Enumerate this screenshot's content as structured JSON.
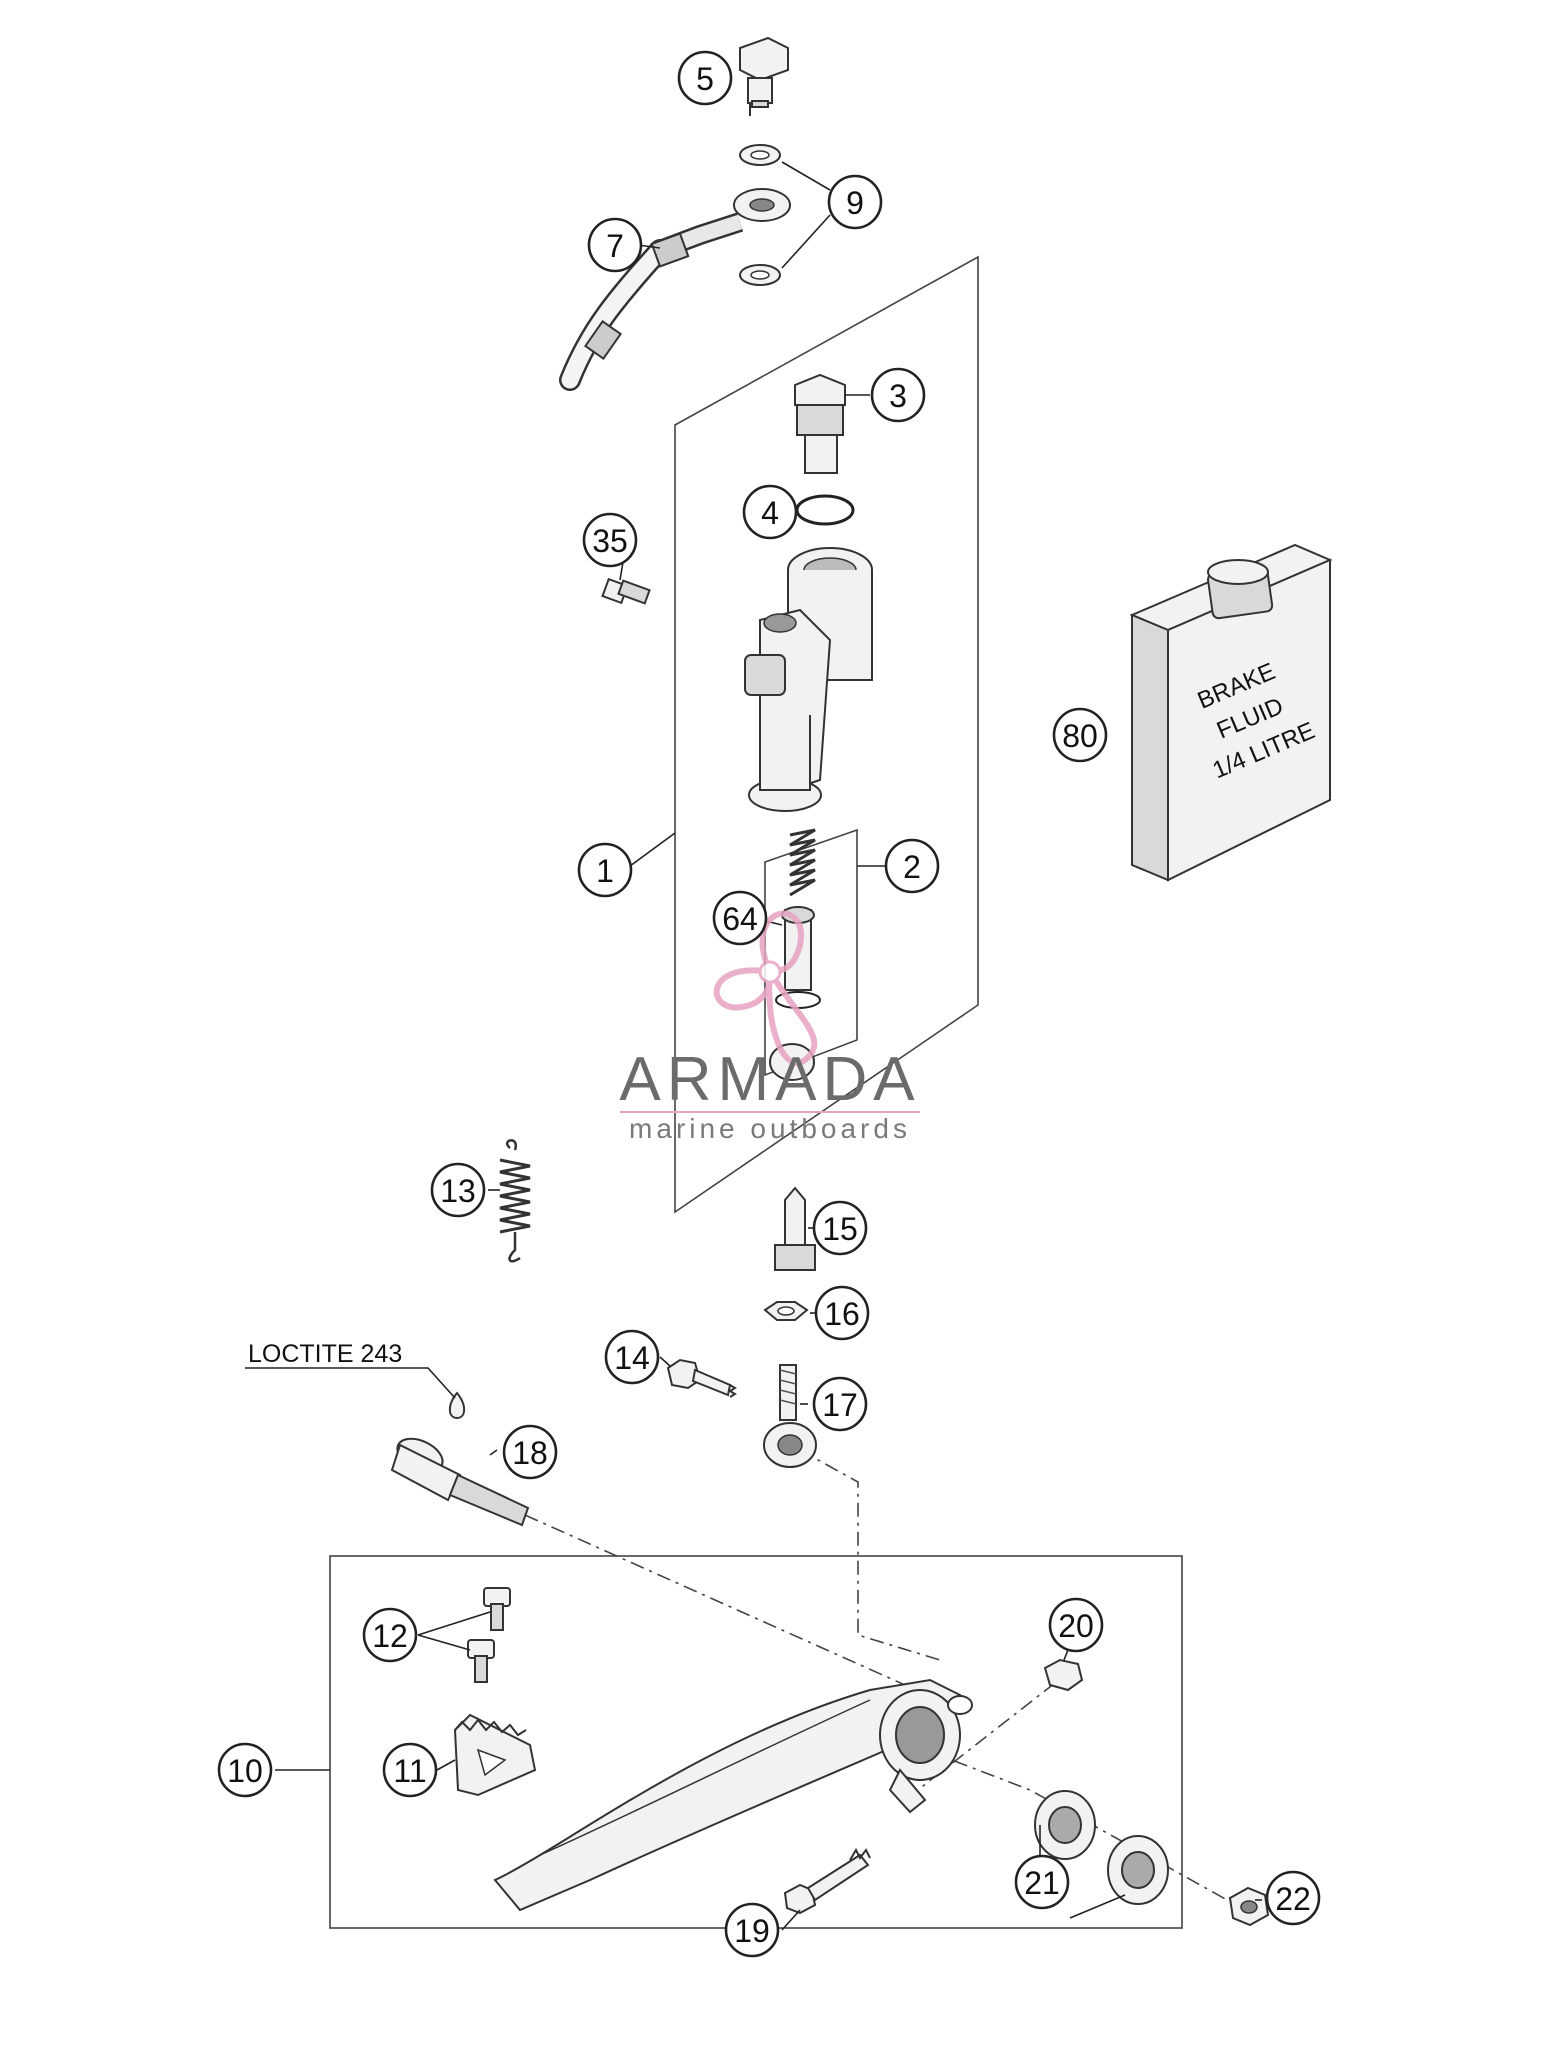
{
  "callouts": [
    {
      "id": "5",
      "label": "5"
    },
    {
      "id": "9",
      "label": "9"
    },
    {
      "id": "7",
      "label": "7"
    },
    {
      "id": "3",
      "label": "3"
    },
    {
      "id": "4",
      "label": "4"
    },
    {
      "id": "35",
      "label": "35"
    },
    {
      "id": "80",
      "label": "80"
    },
    {
      "id": "1",
      "label": "1"
    },
    {
      "id": "2",
      "label": "2"
    },
    {
      "id": "64",
      "label": "64"
    },
    {
      "id": "13",
      "label": "13"
    },
    {
      "id": "15",
      "label": "15"
    },
    {
      "id": "16",
      "label": "16"
    },
    {
      "id": "14",
      "label": "14"
    },
    {
      "id": "17",
      "label": "17"
    },
    {
      "id": "18",
      "label": "18"
    },
    {
      "id": "12",
      "label": "12"
    },
    {
      "id": "20",
      "label": "20"
    },
    {
      "id": "10",
      "label": "10"
    },
    {
      "id": "11",
      "label": "11"
    },
    {
      "id": "19",
      "label": "19"
    },
    {
      "id": "21",
      "label": "21"
    },
    {
      "id": "22",
      "label": "22"
    }
  ],
  "annotations": {
    "loctite": "LOCTITE 243"
  },
  "fluid_container": {
    "line1": "BRAKE",
    "line2": "FLUID",
    "line3": "1/4 LITRE"
  },
  "watermark": {
    "name": "ARMADA",
    "subtitle": "marine outboards",
    "accent_color": "#e7a3c3"
  }
}
